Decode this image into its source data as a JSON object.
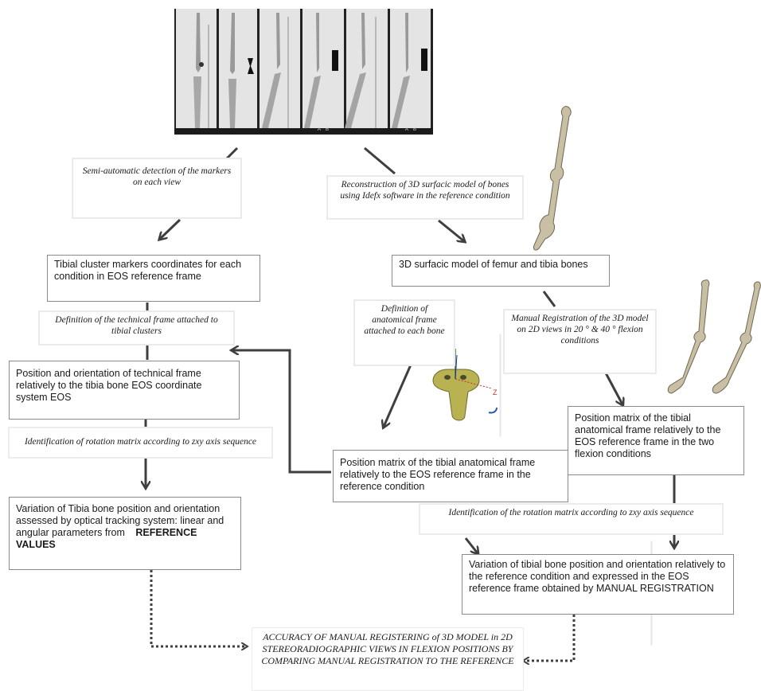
{
  "xray_panel_labels": [
    "A",
    "B",
    "A",
    "B"
  ],
  "labels": {
    "semi_auto": "Semi-automatic detection of the markers on each view",
    "reconstruction": "Reconstruction of 3D surfacic model of bones using Idefx software in the reference condition",
    "technical_frame_def": "Definition of the technical frame attached to tibial clusters",
    "anatomical_frame_def": "Definition of anatomical frame attached to each bone",
    "manual_registration": "Manual Registration of the 3D model on 2D views in 20 ° & 40 ° flexion conditions",
    "rotation_left": "Identification of rotation matrix according to zxy axis sequence",
    "rotation_right": "Identification of the rotation matrix according to zxy axis sequence"
  },
  "boxes": {
    "tibial_cluster": "Tibial cluster markers coordinates for each condition in EOS reference frame",
    "surfacic_model": "3D surfacic model of femur and tibia bones",
    "position_orientation": "Position and orientation of technical frame relatively to the tibia bone EOS coordinate system EOS",
    "position_matrix_flexion": "Position matrix of the tibial anatomical frame relatively to the EOS reference frame in the two flexion conditions",
    "position_matrix_reference": "Position matrix of the tibial anatomical frame relatively to the EOS reference frame in the reference condition",
    "variation_optical_prefix": "Variation of Tibia bone position and orientation assessed by optical tracking system: linear and angular parameters from",
    "variation_optical_strong": "REFERENCE VALUES",
    "variation_registration": "Variation of tibial bone position and orientation relatively to the reference condition and expressed in the EOS reference frame obtained by MANUAL REGISTRATION",
    "accuracy": "ACCURACY OF MANUAL REGISTERING of 3D MODEL in 2D STEREORADIOGRAPHIC VIEWS IN FLEXION POSITIONS BY COMPARING MANUAL REGISTRATION TO THE REFERENCE"
  },
  "axis_label": "Z",
  "colors": {
    "arrow": "#3f3f3f",
    "bone": "#c9bfa4",
    "bone_dark": "#6e6653",
    "tibia_model": "#b9b253"
  }
}
